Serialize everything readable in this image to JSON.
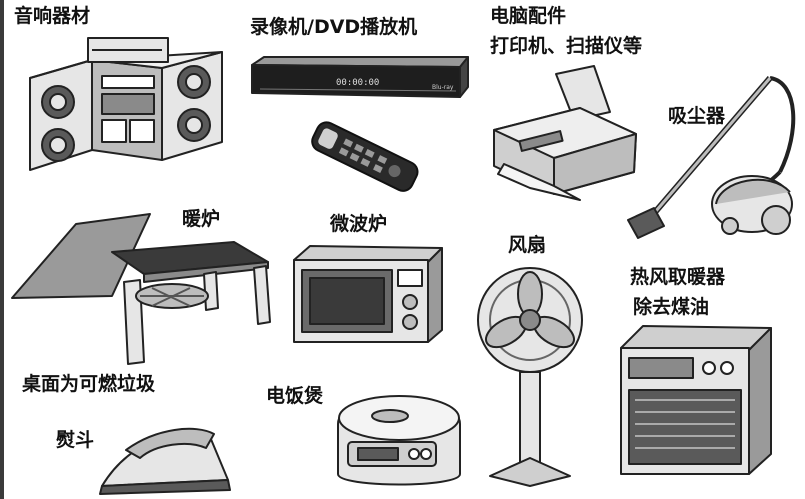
{
  "items": [
    {
      "id": "audio",
      "label": "音响器材",
      "icon": "stereo-system-icon"
    },
    {
      "id": "recorder",
      "label": "录像机/DVD播放机",
      "icon": "dvd-player-icon"
    },
    {
      "id": "pc_parts",
      "label": "电脑配件",
      "label2": "打印机、扫描仪等",
      "icon": "printer-icon"
    },
    {
      "id": "vacuum",
      "label": "吸尘器",
      "icon": "vacuum-cleaner-icon"
    },
    {
      "id": "kotatsu",
      "label": "暖炉",
      "icon": "kotatsu-table-icon"
    },
    {
      "id": "kotatsu_top",
      "label": "桌面为可燃垃圾"
    },
    {
      "id": "microwave",
      "label": "微波炉",
      "icon": "microwave-icon"
    },
    {
      "id": "fan",
      "label": "风扇",
      "icon": "electric-fan-icon"
    },
    {
      "id": "heater",
      "label": "热风取暖器",
      "label2": "除去煤油",
      "icon": "kerosene-heater-icon"
    },
    {
      "id": "rice_cooker",
      "label": "电饭煲",
      "icon": "rice-cooker-icon"
    },
    {
      "id": "iron",
      "label": "熨斗",
      "icon": "iron-icon"
    }
  ],
  "device_texts": {
    "dvd_display": "00:00:00",
    "dvd_brand": "Blu-ray"
  },
  "colors": {
    "text": "#111111",
    "outline": "#222222",
    "light_gray": "#e6e6e6",
    "mid_gray": "#bdbdbd",
    "dark_gray": "#5a5a5a"
  }
}
